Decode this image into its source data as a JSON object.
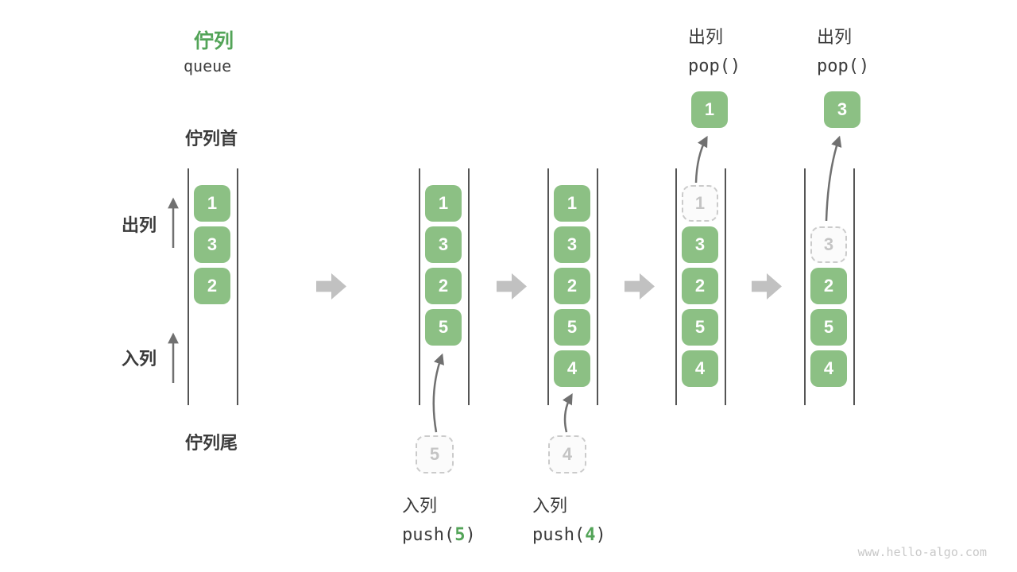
{
  "title": {
    "zh": "佇列",
    "en": "queue"
  },
  "side_labels": {
    "front": "佇列首",
    "rear": "佇列尾",
    "dequeue": "出列",
    "enqueue": "入列"
  },
  "columns": [
    {
      "slots": [
        {
          "value": "1",
          "style": "solid"
        },
        {
          "value": "3",
          "style": "solid"
        },
        {
          "value": "2",
          "style": "solid"
        }
      ]
    },
    {
      "slots": [
        {
          "value": "1",
          "style": "solid"
        },
        {
          "value": "3",
          "style": "solid"
        },
        {
          "value": "2",
          "style": "solid"
        },
        {
          "value": "5",
          "style": "solid"
        }
      ]
    },
    {
      "slots": [
        {
          "value": "1",
          "style": "solid"
        },
        {
          "value": "3",
          "style": "solid"
        },
        {
          "value": "2",
          "style": "solid"
        },
        {
          "value": "5",
          "style": "solid"
        },
        {
          "value": "4",
          "style": "solid"
        }
      ]
    },
    {
      "slots": [
        {
          "value": "1",
          "style": "dashed"
        },
        {
          "value": "3",
          "style": "solid"
        },
        {
          "value": "2",
          "style": "solid"
        },
        {
          "value": "5",
          "style": "solid"
        },
        {
          "value": "4",
          "style": "solid"
        }
      ]
    },
    {
      "slots": [
        {
          "value": "",
          "style": "empty"
        },
        {
          "value": "3",
          "style": "dashed"
        },
        {
          "value": "2",
          "style": "solid"
        },
        {
          "value": "5",
          "style": "solid"
        },
        {
          "value": "4",
          "style": "solid"
        }
      ]
    }
  ],
  "push_ops": [
    {
      "label": "入列",
      "fn": "push(",
      "arg": "5",
      "close": ")",
      "staged_value": "5"
    },
    {
      "label": "入列",
      "fn": "push(",
      "arg": "4",
      "close": ")",
      "staged_value": "4"
    }
  ],
  "pop_ops": [
    {
      "label": "出列",
      "fn": "pop()",
      "value": "1"
    },
    {
      "label": "出列",
      "fn": "pop()",
      "value": "3"
    }
  ],
  "colors": {
    "accent_green": "#53A458",
    "box_green": "#8CC084",
    "text_dark": "#3b3b3b",
    "arrow_gray": "#707070",
    "flow_arrow_gray": "#c1c1c1",
    "dashed_gray": "#cbcbcb"
  },
  "watermark": "www.hello-algo.com"
}
